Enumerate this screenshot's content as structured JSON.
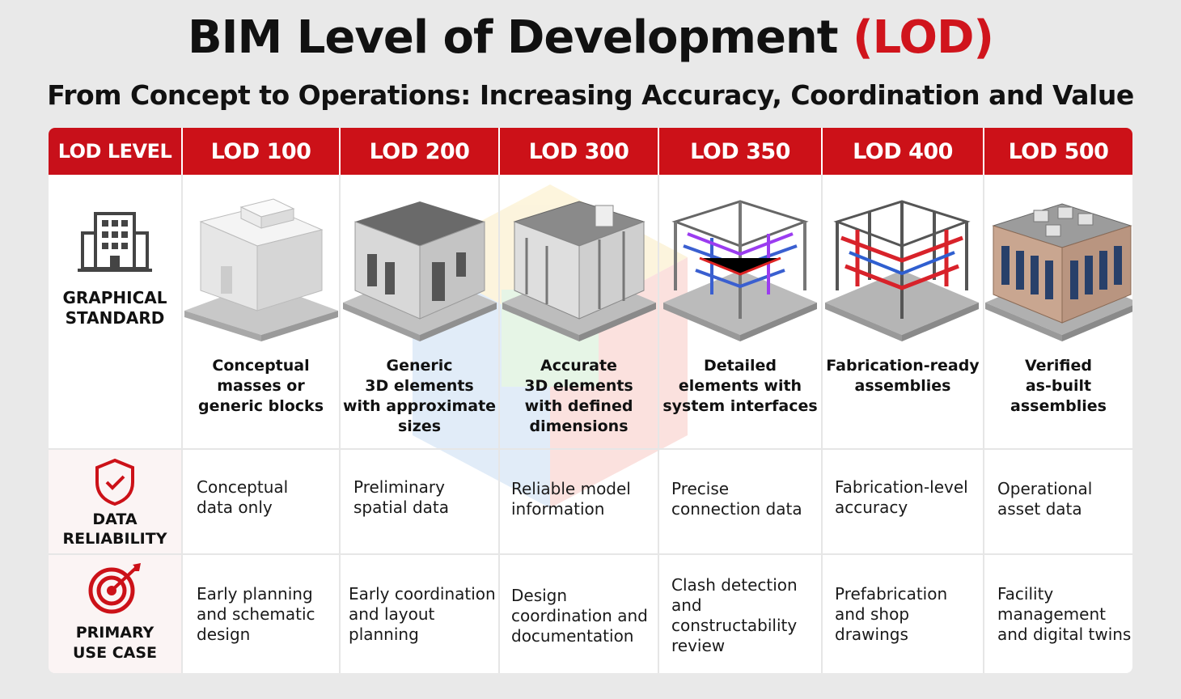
{
  "header": {
    "title_main": "BIM Level of Development",
    "title_accent": "(LOD)",
    "subtitle": "From Concept to Operations: Increasing Accuracy, Coordination and Value"
  },
  "table": {
    "corner_label": "LOD LEVEL",
    "levels": [
      "LOD 100",
      "LOD 200",
      "LOD 300",
      "LOD 350",
      "LOD 400",
      "LOD 500"
    ],
    "rows": {
      "graphical": {
        "label_line1": "GRAPHICAL",
        "label_line2": "STANDARD",
        "icon": "building-icon",
        "descriptions": [
          [
            "Conceptual",
            "masses or",
            "generic blocks"
          ],
          [
            "Generic",
            "3D elements",
            "with approximate",
            "sizes"
          ],
          [
            "Accurate",
            "3D elements",
            "with defined",
            "dimensions"
          ],
          [
            "Detailed",
            "elements with",
            "system interfaces"
          ],
          [
            "Fabrication-ready",
            "assemblies"
          ],
          [
            "Verified",
            "as-built",
            "assemblies"
          ]
        ]
      },
      "reliability": {
        "label_line1": "DATA",
        "label_line2": "RELIABILITY",
        "icon": "shield-check-icon",
        "cells": [
          [
            "Conceptual",
            "data only"
          ],
          [
            "Preliminary",
            "spatial data"
          ],
          [
            "Reliable model",
            "information"
          ],
          [
            "Precise",
            "connection data"
          ],
          [
            "Fabrication-level",
            "accuracy"
          ],
          [
            "Operational",
            "asset data"
          ]
        ]
      },
      "use_case": {
        "label_line1": "PRIMARY",
        "label_line2": "USE CASE",
        "icon": "target-icon",
        "cells": [
          [
            "Early planning",
            "and schematic",
            "design"
          ],
          [
            "Early coordination",
            "and layout",
            "planning"
          ],
          [
            "Design",
            "coordination and",
            "documentation"
          ],
          [
            "Clash detection",
            "and",
            "constructability",
            "review"
          ],
          [
            "Prefabrication",
            "and shop",
            "drawings"
          ],
          [
            "Facility",
            "management",
            "and digital twins"
          ]
        ]
      }
    }
  },
  "colors": {
    "accent": "#cc1118",
    "text": "#111111",
    "background": "#e9e9e9"
  }
}
